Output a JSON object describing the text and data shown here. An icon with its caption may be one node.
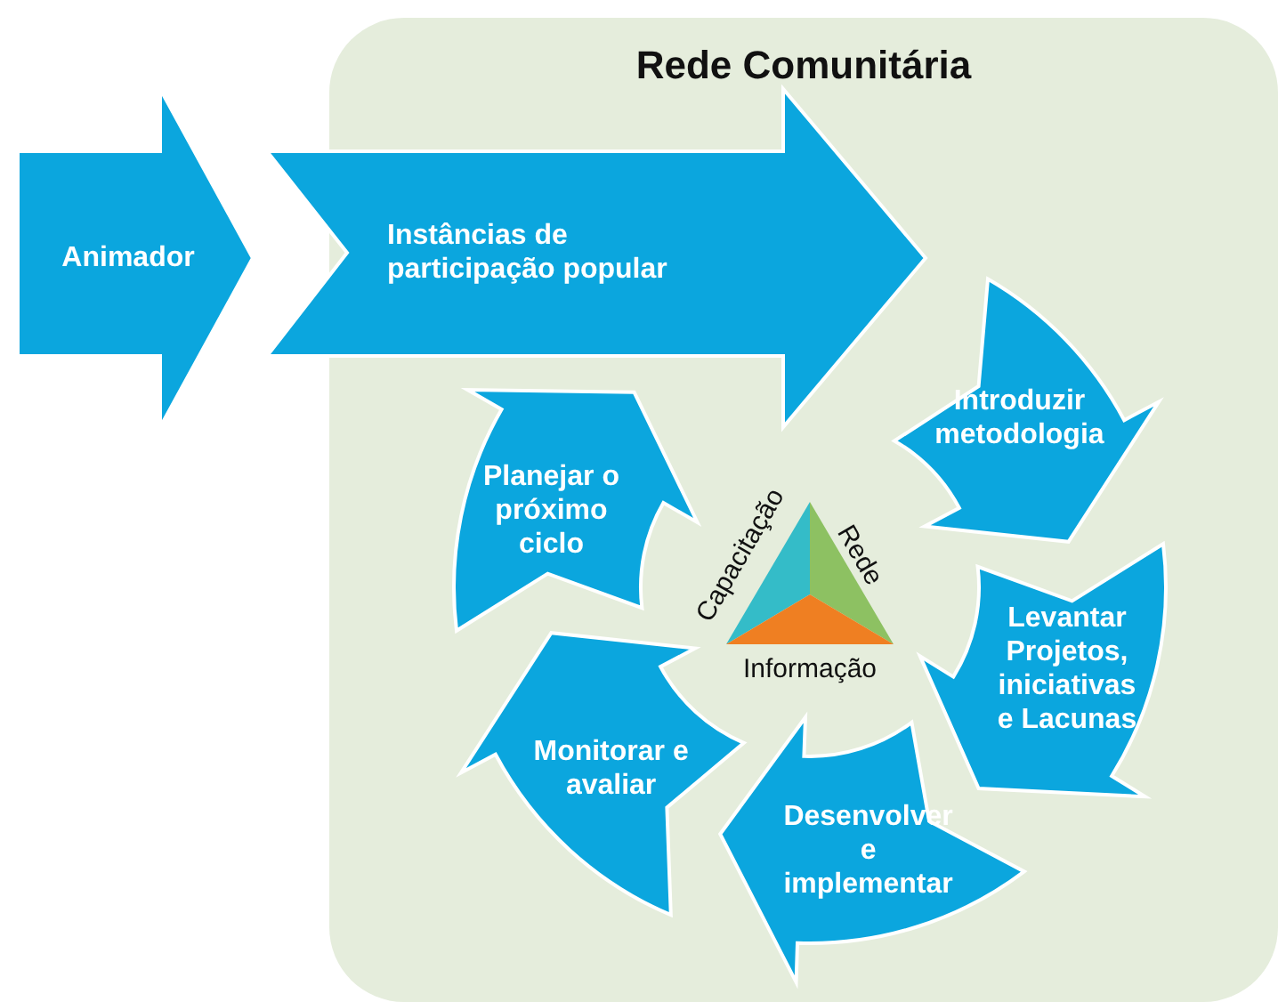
{
  "diagram": {
    "nodes": [
      {
        "text": [
          "Rede Comunitária"
        ]
      },
      {
        "text": [
          "Animador"
        ]
      },
      {
        "text": [
          "Instâncias de participação popular"
        ]
      },
      {
        "text": [
          "Introduzir metodologia"
        ],
        "in": 0
      },
      {
        "text": [
          "Levantar Projetos, iniciativas e Lacunas"
        ],
        "in": 0
      },
      {
        "text": [
          "Desenvolver e implementar"
        ],
        "in": 0
      },
      {
        "text": [
          "Monitorar e avaliar"
        ],
        "in": 0
      },
      {
        "text": [
          "Planejar o próximo ciclo"
        ],
        "in": 0
      },
      {
        "text": [
          "Capacitação",
          "Rede",
          "Informação"
        ],
        "in": 0
      }
    ]
  }
}
